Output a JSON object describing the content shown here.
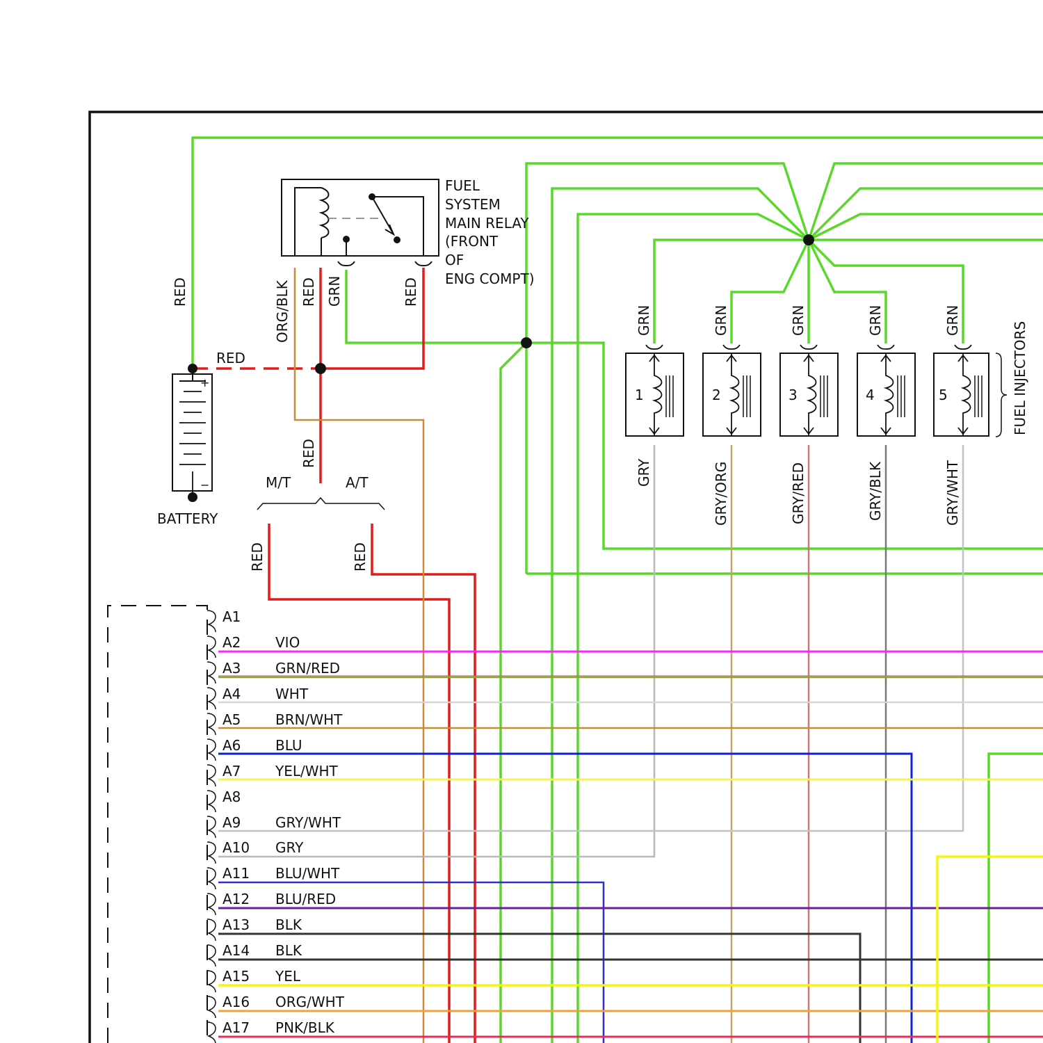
{
  "relay": {
    "title_lines": [
      "FUEL",
      "SYSTEM",
      "MAIN RELAY",
      "(FRONT",
      "OF",
      "ENG COMPT)"
    ],
    "wire_labels": {
      "org_blk": "ORG/BLK",
      "red1": "RED",
      "grn": "GRN",
      "red2": "RED"
    }
  },
  "battery": {
    "label": "BATTERY",
    "plus": "+",
    "minus": "−",
    "wire_label_vertical": "RED",
    "wire_label_horizontal": "RED"
  },
  "transmission": {
    "feed_label": "RED",
    "mt": "M/T",
    "at": "A/T",
    "mt_wire": "RED",
    "at_wire": "RED"
  },
  "injectors": {
    "group_label": "FUEL INJECTORS",
    "items": [
      {
        "num": "1",
        "feed": "GRN",
        "out": "GRY",
        "out_color": "#bdbdbd"
      },
      {
        "num": "2",
        "feed": "GRN",
        "out": "GRY/ORG",
        "out_color": "#c8a165"
      },
      {
        "num": "3",
        "feed": "GRN",
        "out": "GRY/RED",
        "out_color": "#c77777"
      },
      {
        "num": "4",
        "feed": "GRN",
        "out": "GRY/BLK",
        "out_color": "#777777"
      },
      {
        "num": "5",
        "feed": "GRN",
        "out": "GRY/WHT",
        "out_color": "#c2c2c2"
      }
    ]
  },
  "connector_pins": [
    {
      "pin": "A1",
      "wire": "",
      "color": ""
    },
    {
      "pin": "A2",
      "wire": "VIO",
      "color": "#ff22ff"
    },
    {
      "pin": "A3",
      "wire": "GRN/RED",
      "color": "#7ab040"
    },
    {
      "pin": "A4",
      "wire": "WHT",
      "color": "#d6d6d6"
    },
    {
      "pin": "A5",
      "wire": "BRN/WHT",
      "color": "#c09030"
    },
    {
      "pin": "A6",
      "wire": "BLU",
      "color": "#1020d0"
    },
    {
      "pin": "A7",
      "wire": "YEL/WHT",
      "color": "#f2f25a"
    },
    {
      "pin": "A8",
      "wire": "",
      "color": ""
    },
    {
      "pin": "A9",
      "wire": "GRY/WHT",
      "color": "#c2c2c2"
    },
    {
      "pin": "A10",
      "wire": "GRY",
      "color": "#b8b8b8"
    },
    {
      "pin": "A11",
      "wire": "BLU/WHT",
      "color": "#3030c8"
    },
    {
      "pin": "A12",
      "wire": "BLU/RED",
      "color": "#6a20a0"
    },
    {
      "pin": "A13",
      "wire": "BLK",
      "color": "#333333"
    },
    {
      "pin": "A14",
      "wire": "BLK",
      "color": "#333333"
    },
    {
      "pin": "A15",
      "wire": "YEL",
      "color": "#f5f510"
    },
    {
      "pin": "A16",
      "wire": "ORG/WHT",
      "color": "#f0a040"
    },
    {
      "pin": "A17",
      "wire": "PNK/BLK",
      "color": "#e0305a"
    }
  ],
  "colors": {
    "green": "#5ad82a",
    "red": "#e21b1b",
    "orange_black": "#c98a3a",
    "frame": "#111111"
  }
}
